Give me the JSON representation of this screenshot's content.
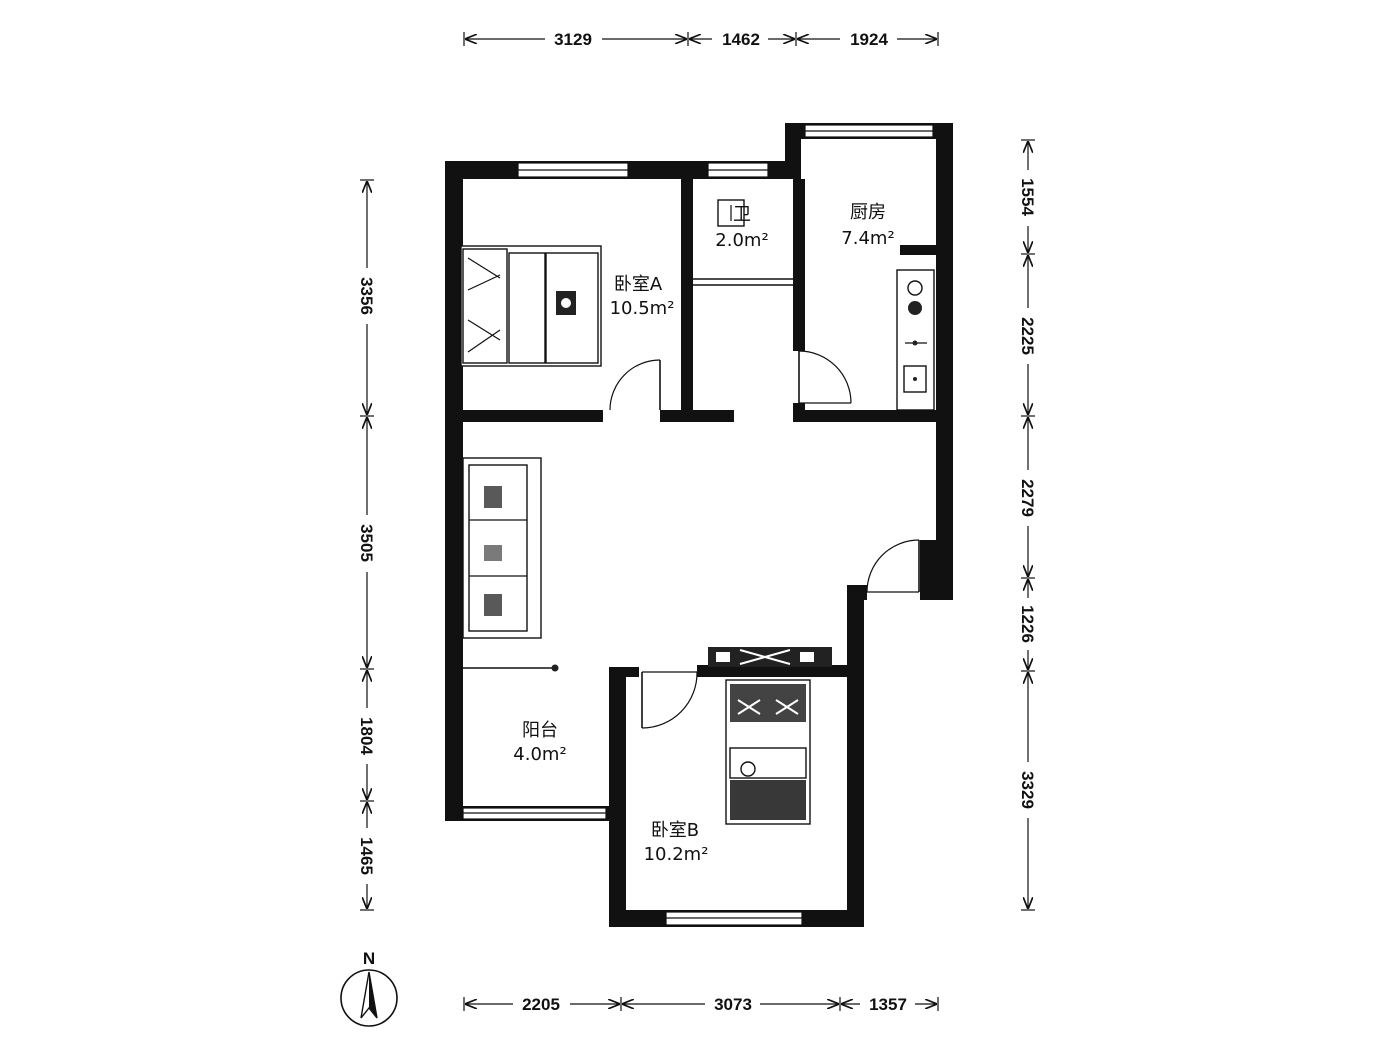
{
  "dimensions": {
    "top": [
      "3129",
      "1462",
      "1924"
    ],
    "bottom": [
      "2205",
      "3073",
      "1357"
    ],
    "left": [
      "3356",
      "3505",
      "1804",
      "1465"
    ],
    "right": [
      "1554",
      "2225",
      "2279",
      "1226",
      "3329"
    ]
  },
  "rooms": {
    "bedroom_a": {
      "name": "卧室A",
      "area": "10.5m²"
    },
    "bathroom": {
      "name": "卫",
      "area": "2.0m²"
    },
    "kitchen": {
      "name": "厨房",
      "area": "7.4m²"
    },
    "balcony": {
      "name": "阳台",
      "area": "4.0m²"
    },
    "bedroom_b": {
      "name": "卧室B",
      "area": "10.2m²"
    }
  },
  "compass": {
    "label": "N"
  }
}
